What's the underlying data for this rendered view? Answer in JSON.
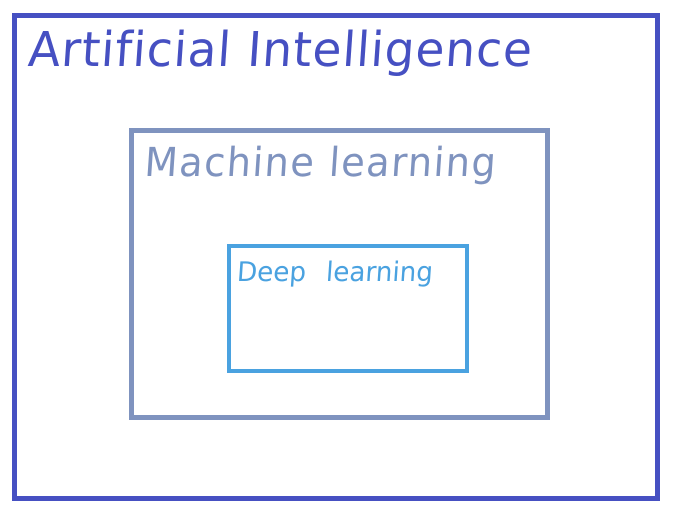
{
  "colors": {
    "ai": "#4650c2",
    "ml": "#7f93bf",
    "dl": "#4aa2e0"
  },
  "diagram": {
    "outer": {
      "label": "Artificial Intelligence"
    },
    "middle": {
      "label": "Machine learning"
    },
    "inner": {
      "label": "Deep learning"
    }
  }
}
